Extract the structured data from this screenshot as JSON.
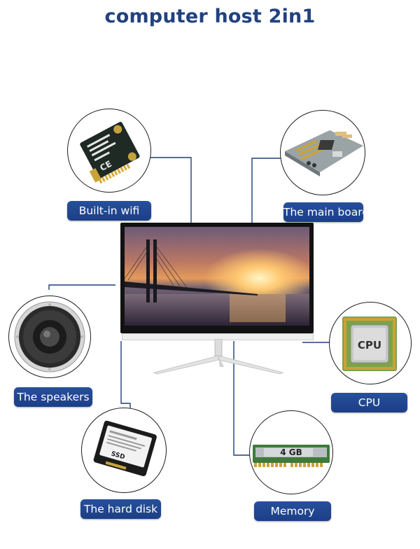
{
  "title": "computer host 2in1",
  "features": {
    "wifi": "Built-in wifi",
    "mainboard": "The main board",
    "speakers": "The speakers",
    "cpu": "CPU",
    "harddisk": "The hard disk",
    "memory": "Memory"
  },
  "cpu_chip_text": "CPU",
  "memory_stick_text": "4 GB",
  "ssd_text": "SSD",
  "colors": {
    "title": "#22427e",
    "label_bg": "#224a93",
    "connector": "#22427e"
  }
}
